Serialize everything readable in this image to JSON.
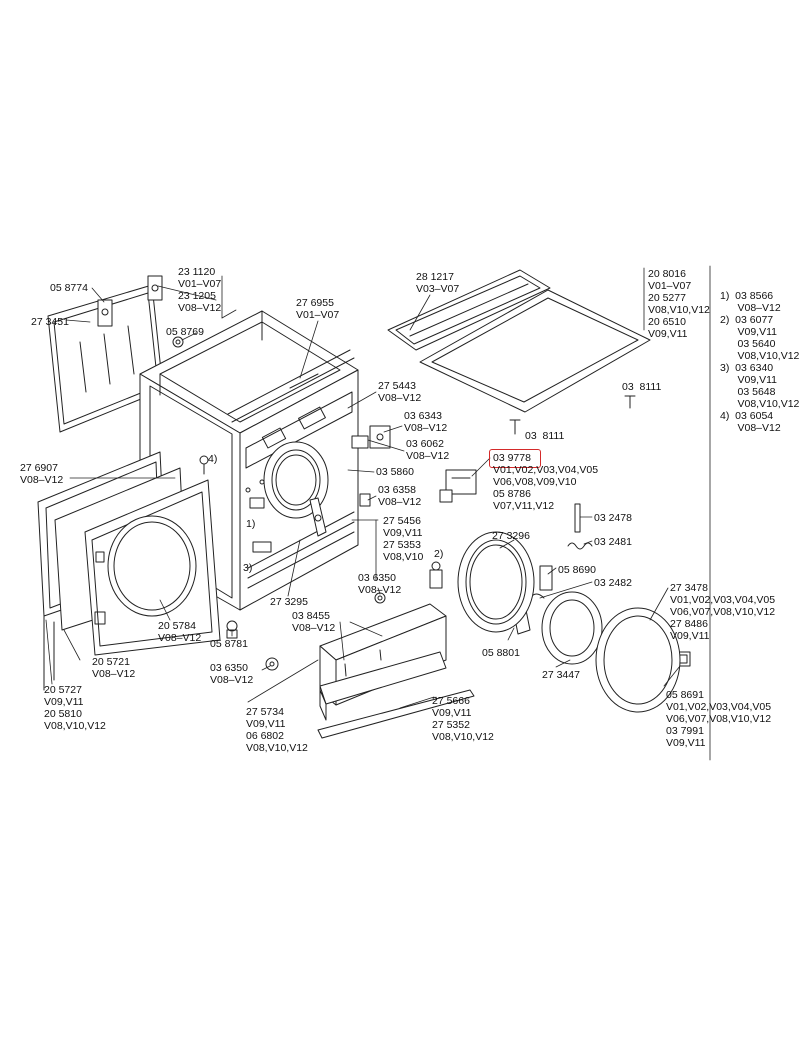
{
  "callouts": [
    {
      "id": "a",
      "lines": [
        "05 8774"
      ]
    },
    {
      "id": "b",
      "lines": [
        "27 3451"
      ]
    },
    {
      "id": "c",
      "lines": [
        "23 1120",
        "V01–V07",
        "23 1205",
        "V08–V12"
      ]
    },
    {
      "id": "d",
      "lines": [
        "05 8769"
      ]
    },
    {
      "id": "e",
      "lines": [
        "27 6955",
        "V01–V07"
      ]
    },
    {
      "id": "f",
      "lines": [
        "28 1217",
        "V03–V07"
      ]
    },
    {
      "id": "g",
      "lines": [
        "20 8016",
        "V01–V07",
        "20 5277",
        "V08,V10,V12",
        "20 6510",
        "V09,V11"
      ]
    },
    {
      "id": "h",
      "lines": [
        "03  8111"
      ]
    },
    {
      "id": "i",
      "lines": [
        "03  8111"
      ]
    },
    {
      "id": "j",
      "lines": [
        "27 5443",
        "V08–V12"
      ]
    },
    {
      "id": "k",
      "lines": [
        "03 6343",
        "V08–V12"
      ]
    },
    {
      "id": "l",
      "lines": [
        "03 6062",
        "V08–V12"
      ]
    },
    {
      "id": "m",
      "lines": [
        "03 5860"
      ]
    },
    {
      "id": "n",
      "lines": [
        "03 6358",
        "V08–V12"
      ]
    },
    {
      "id": "o",
      "lines": [
        "27 5456",
        "V09,V11",
        "27 5353",
        "V08,V10"
      ]
    },
    {
      "id": "p",
      "lines": [
        "27 6907",
        "V08–V12"
      ]
    },
    {
      "id": "q",
      "lines": [
        "03 9778"
      ]
    },
    {
      "id": "r",
      "lines": [
        "V01,V02,V03,V04,V05",
        "V06,V08,V09,V10",
        "05 8786",
        "V07,V11,V12"
      ]
    },
    {
      "id": "s",
      "lines": [
        "03 2478"
      ]
    },
    {
      "id": "t",
      "lines": [
        "03 2481"
      ]
    },
    {
      "id": "u",
      "lines": [
        "27 3296"
      ]
    },
    {
      "id": "v",
      "lines": [
        "05 8690"
      ]
    },
    {
      "id": "w",
      "lines": [
        "03 2482"
      ]
    },
    {
      "id": "x",
      "lines": [
        "27 3478",
        "V01,V02,V03,V04,V05",
        "V06,V07,V08,V10,V12",
        "27 8486",
        "V09,V11"
      ]
    },
    {
      "id": "y",
      "lines": [
        "03 6350",
        "V08–V12"
      ]
    },
    {
      "id": "z",
      "lines": [
        "27 3295"
      ]
    },
    {
      "id": "aa",
      "lines": [
        "03 8455",
        "V08–V12"
      ]
    },
    {
      "id": "ab",
      "lines": [
        "20 5784",
        "V08–V12"
      ]
    },
    {
      "id": "ac",
      "lines": [
        "05 8781"
      ]
    },
    {
      "id": "ad",
      "lines": [
        "20 5721",
        "V08–V12"
      ]
    },
    {
      "id": "ae",
      "lines": [
        "03 6350",
        "V08–V12"
      ]
    },
    {
      "id": "af",
      "lines": [
        "05 8801"
      ]
    },
    {
      "id": "ag",
      "lines": [
        "27 3447"
      ]
    },
    {
      "id": "ah",
      "lines": [
        "20 5727",
        "V09,V11",
        "20 5810",
        "V08,V10,V12"
      ]
    },
    {
      "id": "ai",
      "lines": [
        "27 5734",
        "V09,V11",
        "06 6802",
        "V08,V10,V12"
      ]
    },
    {
      "id": "aj",
      "lines": [
        "27 5666",
        "V09,V11",
        "27 5352",
        "V08,V10,V12"
      ]
    },
    {
      "id": "ak",
      "lines": [
        "05 8691",
        "V01,V02,V03,V04,V05",
        "V06,V07,V08,V10,V12",
        "03 7991",
        "V09,V11"
      ]
    }
  ],
  "markers": [
    {
      "id": "m1",
      "text": "1)"
    },
    {
      "id": "m2",
      "text": "2)"
    },
    {
      "id": "m3",
      "text": "3)"
    },
    {
      "id": "m4",
      "text": "4)"
    }
  ],
  "footnotes": [
    "1)  03 8566",
    "      V08–V12",
    "2)  03 6077",
    "      V09,V11",
    "      03 5640",
    "      V08,V10,V12",
    "3)  03 6340",
    "      V09,V11",
    "      03 5648",
    "      V08,V10,V12",
    "4)  03 6054",
    "      V08–V12"
  ],
  "highlight": {
    "part": "03 9778",
    "color": "#d42a2a"
  }
}
